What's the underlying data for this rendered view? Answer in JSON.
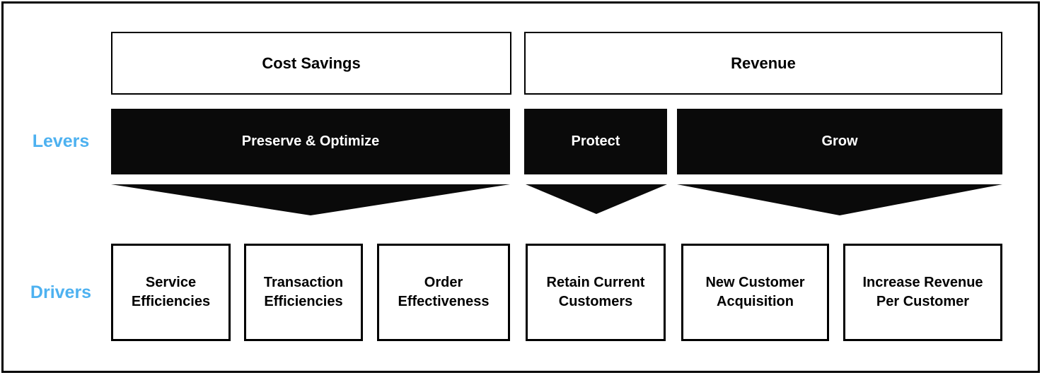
{
  "colors": {
    "accent_blue": "#4db1f0",
    "bar_black": "#0a0a0a"
  },
  "rows": {
    "levers_label": "Levers",
    "drivers_label": "Drivers"
  },
  "categories": [
    {
      "label": "Cost Savings"
    },
    {
      "label": "Revenue"
    }
  ],
  "levers": [
    {
      "label": "Preserve & Optimize"
    },
    {
      "label": "Protect"
    },
    {
      "label": "Grow"
    }
  ],
  "drivers": [
    {
      "label": "Service\nEfficiencies"
    },
    {
      "label": "Transaction\nEfficiencies"
    },
    {
      "label": "Order\nEffectiveness"
    },
    {
      "label": "Retain Current\nCustomers"
    },
    {
      "label": "New Customer\nAcquisition"
    },
    {
      "label": "Increase Revenue\nPer Customer"
    }
  ]
}
